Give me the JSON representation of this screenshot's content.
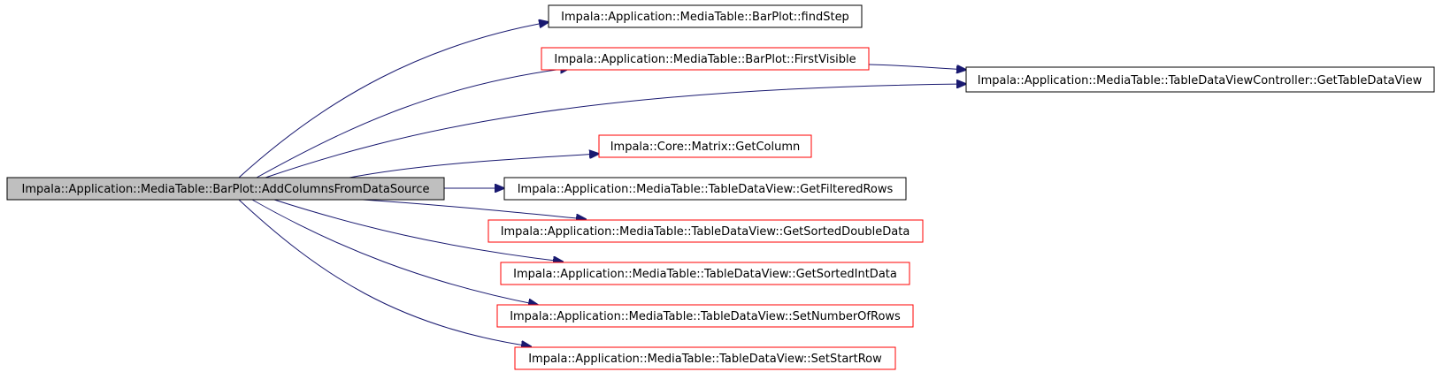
{
  "colors": {
    "edge": "#191970",
    "box_default": "#000000",
    "box_undocumented": "#ff0000",
    "root_fill": "#bfbfbf",
    "fill": "#ffffff"
  },
  "diagram": {
    "root": {
      "id": "root",
      "label": "Impala::Application::MediaTable::BarPlot::AddColumnsFromDataSource",
      "style": "root"
    },
    "nodes": [
      {
        "id": "findStep",
        "label": "Impala::Application::MediaTable::BarPlot::findStep",
        "style": "default"
      },
      {
        "id": "firstVisible",
        "label": "Impala::Application::MediaTable::BarPlot::FirstVisible",
        "style": "undocumented"
      },
      {
        "id": "getTableDataView",
        "label": "Impala::Application::MediaTable::TableDataViewController::GetTableDataView",
        "style": "default"
      },
      {
        "id": "getColumn",
        "label": "Impala::Core::Matrix::GetColumn",
        "style": "undocumented"
      },
      {
        "id": "getFilteredRows",
        "label": "Impala::Application::MediaTable::TableDataView::GetFilteredRows",
        "style": "default"
      },
      {
        "id": "getSortedDoubleData",
        "label": "Impala::Application::MediaTable::TableDataView::GetSortedDoubleData",
        "style": "undocumented"
      },
      {
        "id": "getSortedIntData",
        "label": "Impala::Application::MediaTable::TableDataView::GetSortedIntData",
        "style": "undocumented"
      },
      {
        "id": "setNumberOfRows",
        "label": "Impala::Application::MediaTable::TableDataView::SetNumberOfRows",
        "style": "undocumented"
      },
      {
        "id": "setStartRow",
        "label": "Impala::Application::MediaTable::TableDataView::SetStartRow",
        "style": "undocumented"
      }
    ],
    "edges": [
      {
        "from": "root",
        "to": "findStep"
      },
      {
        "from": "root",
        "to": "firstVisible"
      },
      {
        "from": "root",
        "to": "getTableDataView"
      },
      {
        "from": "firstVisible",
        "to": "getTableDataView"
      },
      {
        "from": "root",
        "to": "getColumn"
      },
      {
        "from": "root",
        "to": "getFilteredRows"
      },
      {
        "from": "root",
        "to": "getSortedDoubleData"
      },
      {
        "from": "root",
        "to": "getSortedIntData"
      },
      {
        "from": "root",
        "to": "setNumberOfRows"
      },
      {
        "from": "root",
        "to": "setStartRow"
      }
    ]
  }
}
